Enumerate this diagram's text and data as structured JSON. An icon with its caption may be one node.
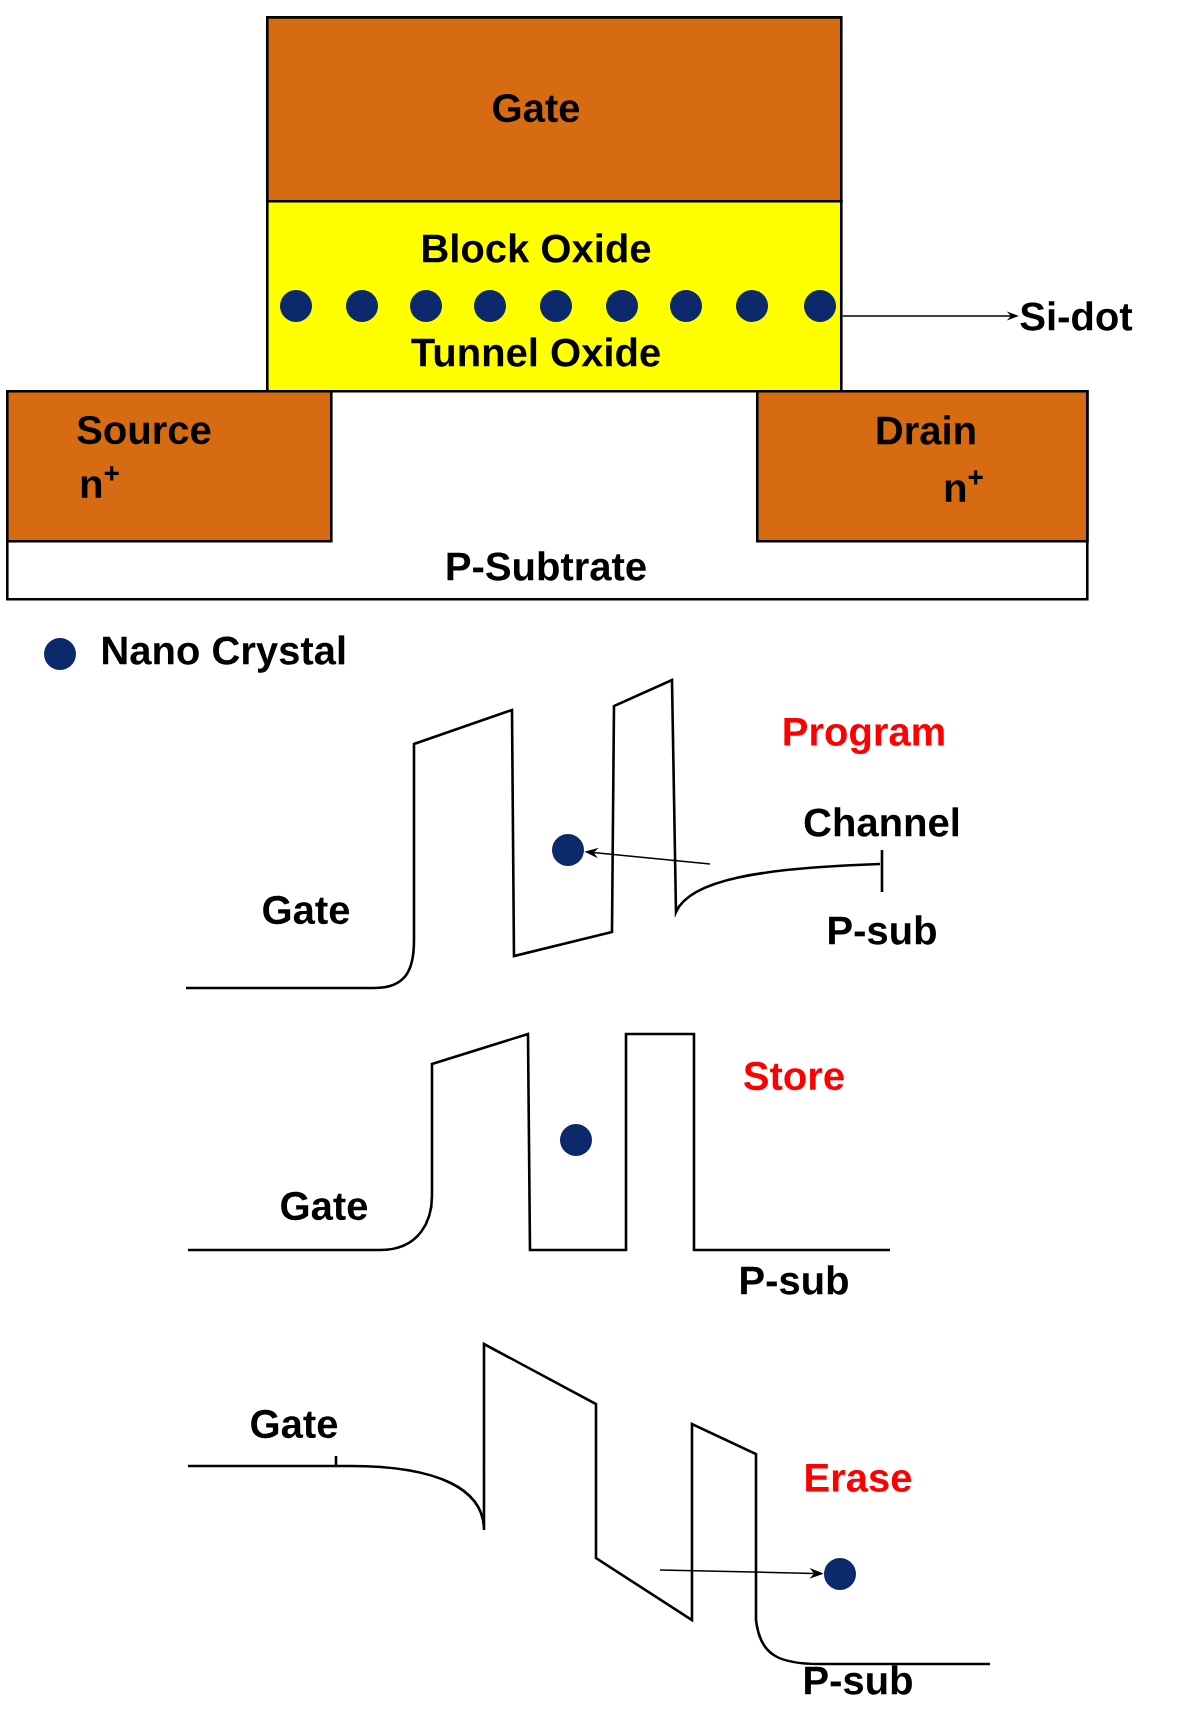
{
  "diagram": {
    "nodes": [
      {
        "text": [
          "Gate"
        ]
      },
      {
        "text": [
          "Block Oxide",
          "Tunnel Oxide"
        ]
      },
      {
        "text": [
          "P-Subtrate"
        ]
      },
      {
        "text": [
          "Source",
          "n$^{+}$"
        ],
        "in": 2
      },
      {
        "text": [
          "Drain",
          "n$^{+}$"
        ],
        "in": 2
      },
      {
        "text": [
          "Si-dot"
        ]
      },
      {
        "text": [],
        "shape": "circle"
      },
      {
        "text": [],
        "shape": "circle"
      },
      {
        "text": [],
        "shape": "circle"
      }
    ],
    "edges": [
      {
        "from": 1,
        "to": 5,
        "arrow": "to"
      },
      {
        "from": null,
        "to": 6,
        "arrow": "to"
      },
      {
        "from": null,
        "to": 8,
        "arrow": "to"
      }
    ],
    "labels": [
      "Program",
      "Channel",
      "Gate",
      "P-sub",
      "Store",
      "Gate",
      "P-sub",
      "Gate",
      "Erase",
      "P-sub"
    ],
    "legend": [
      {
        "text": "Nano Crystal"
      }
    ]
  }
}
